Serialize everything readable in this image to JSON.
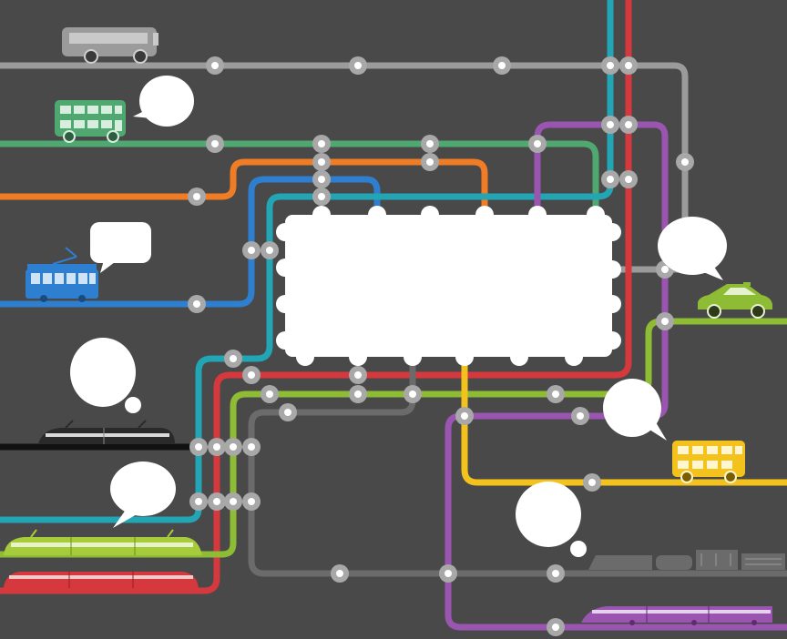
{
  "colors": {
    "background": "#4a4949",
    "gray_line": "#9b9b9b",
    "green_line": "#4fa870",
    "orange_line": "#f07c26",
    "blue_line": "#2f7fd1",
    "teal_line": "#22a5b5",
    "red_line": "#d6393d",
    "lime_line": "#8fbc35",
    "purple_line": "#9a55b0",
    "yellow_line": "#f3c21c",
    "dark_gray_line": "#6b6b6b",
    "station_fill": "#ffffff",
    "station_ring": "#a8a8a8",
    "speech_bubble": "#ffffff",
    "center_panel": "#ffffff"
  },
  "lines": [
    {
      "id": "gray-top",
      "color": "gray_line"
    },
    {
      "id": "green",
      "color": "green_line"
    },
    {
      "id": "orange",
      "color": "orange_line"
    },
    {
      "id": "blue",
      "color": "blue_line"
    },
    {
      "id": "teal",
      "color": "teal_line"
    },
    {
      "id": "red",
      "color": "red_line"
    },
    {
      "id": "lime",
      "color": "lime_line"
    },
    {
      "id": "purple",
      "color": "purple_line"
    },
    {
      "id": "yellow",
      "color": "yellow_line"
    },
    {
      "id": "dark-gray",
      "color": "dark_gray_line"
    }
  ],
  "vehicles": [
    {
      "type": "coach-bus-icon",
      "color": "#9b9b9b"
    },
    {
      "type": "double-decker-bus-icon",
      "color": "#4fa870"
    },
    {
      "type": "tram-icon",
      "color": "#2f7fd1"
    },
    {
      "type": "high-speed-train-icon",
      "color": "#222222"
    },
    {
      "type": "high-speed-train-icon",
      "color": "#8fbc35"
    },
    {
      "type": "high-speed-train-icon",
      "color": "#d6393d"
    },
    {
      "type": "car-icon",
      "color": "#8fbc35"
    },
    {
      "type": "double-decker-bus-icon",
      "color": "#f3c21c"
    },
    {
      "type": "freight-train-icon",
      "color": "#6b6b6b"
    },
    {
      "type": "high-speed-train-icon",
      "color": "#9a55b0"
    }
  ],
  "speech_bubbles": 6,
  "center_panel_text": ""
}
